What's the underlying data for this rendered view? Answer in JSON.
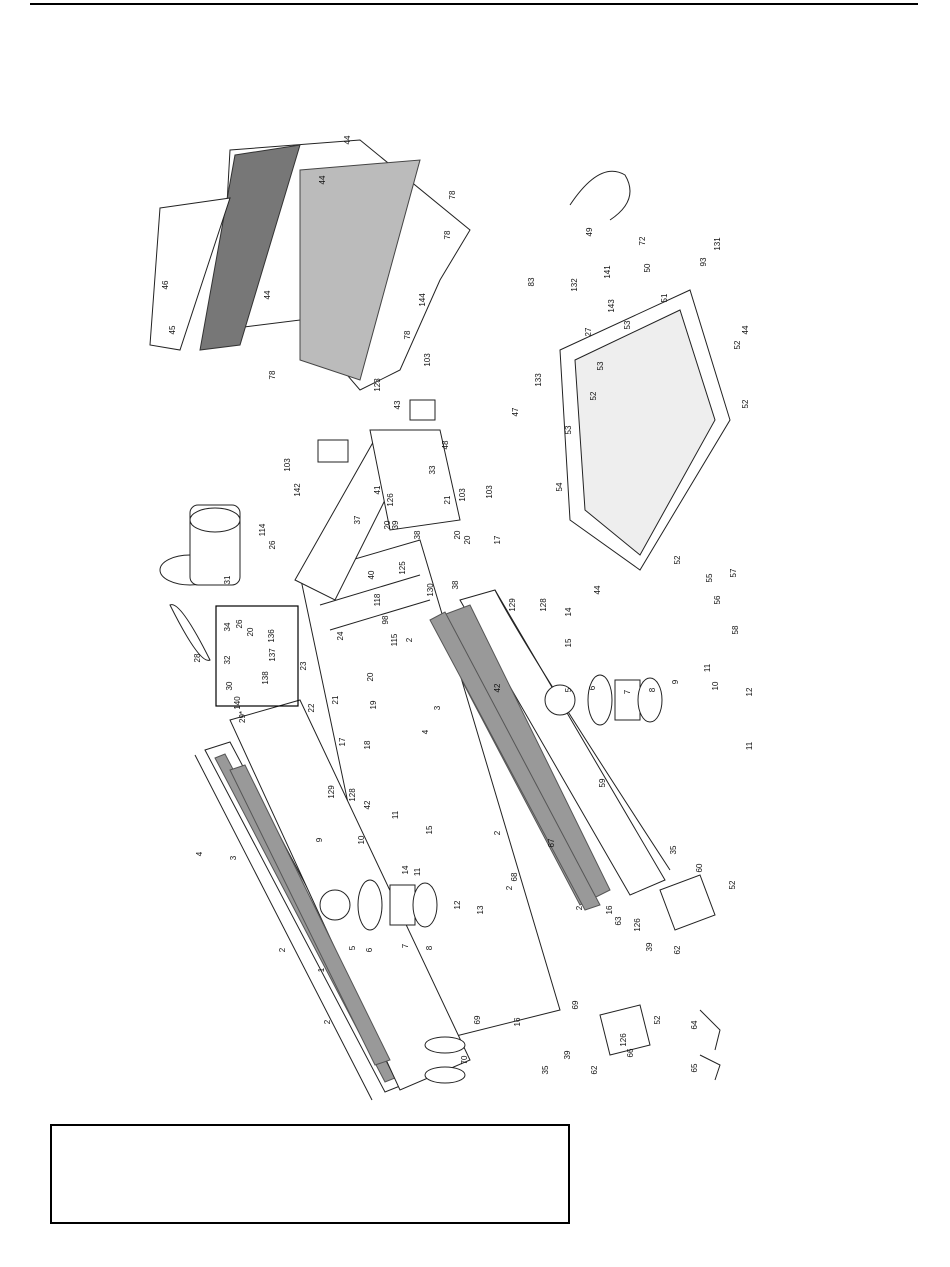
{
  "diagram": {
    "part_labels": [
      "44",
      "78",
      "78",
      "44",
      "46",
      "45",
      "44",
      "144",
      "78",
      "78",
      "123",
      "103",
      "103",
      "103",
      "43",
      "47",
      "48",
      "103",
      "142",
      "114",
      "26",
      "31",
      "41",
      "33",
      "37",
      "20",
      "126",
      "39",
      "21",
      "38",
      "20",
      "38",
      "20",
      "40",
      "17",
      "125",
      "130",
      "118",
      "98",
      "129",
      "128",
      "14",
      "15",
      "115",
      "2",
      "28",
      "34",
      "26",
      "20",
      "136",
      "137",
      "32",
      "138",
      "30",
      "140",
      "29*",
      "22",
      "21",
      "23",
      "24",
      "20",
      "19",
      "17",
      "18",
      "5",
      "6",
      "7",
      "8",
      "9",
      "11",
      "10",
      "12",
      "11",
      "4",
      "3",
      "4",
      "3",
      "42",
      "59",
      "2",
      "129",
      "128",
      "42",
      "9",
      "10",
      "11",
      "15",
      "14",
      "11",
      "2",
      "2",
      "5",
      "6",
      "7",
      "8",
      "12",
      "13",
      "68",
      "67",
      "2",
      "69",
      "35",
      "60",
      "52",
      "63",
      "16",
      "126",
      "39",
      "62",
      "52",
      "66",
      "16",
      "69",
      "70",
      "35",
      "39",
      "126",
      "62",
      "2",
      "1",
      "64",
      "65",
      "49",
      "72",
      "132",
      "141",
      "50",
      "93",
      "131",
      "83",
      "51",
      "143",
      "27",
      "53",
      "133",
      "53",
      "52",
      "44",
      "52",
      "53",
      "52",
      "54",
      "44",
      "52",
      "55",
      "56",
      "57",
      "58"
    ]
  }
}
